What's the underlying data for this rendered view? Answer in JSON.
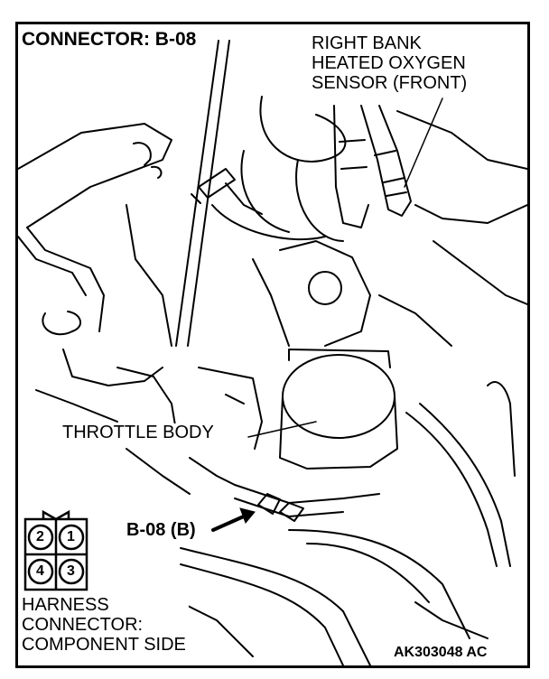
{
  "connector_label": "CONNECTOR: B-08",
  "sensor_label": [
    "RIGHT BANK",
    "HEATED OXYGEN",
    "SENSOR (FRONT)"
  ],
  "throttle_label": "THROTTLE BODY",
  "connector_callout": "B-08 (B)",
  "harness_pins": [
    "2",
    "1",
    "4",
    "3"
  ],
  "harness_caption": [
    "HARNESS",
    "CONNECTOR:",
    "COMPONENT SIDE"
  ],
  "figure_code": "AK303048 AC"
}
